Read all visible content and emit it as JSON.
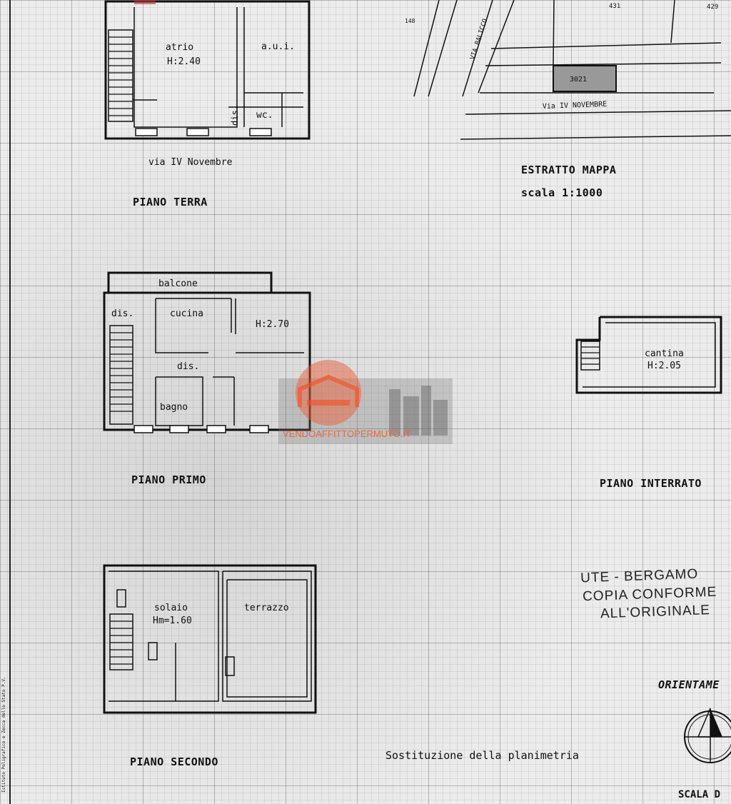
{
  "ground_floor": {
    "rooms": {
      "atrio": "atrio",
      "atrio_height": "H:2.40",
      "aui": "a.u.i.",
      "dis": "dis.",
      "wc": "wc."
    },
    "street": "via IV Novembre",
    "title": "PIANO TERRA"
  },
  "map_extract": {
    "title": "ESTRATTO MAPPA",
    "scale": "scala 1:1000",
    "street_top": "VIA BALICCO",
    "street_bottom": "Via IV NOVEMBRE",
    "parcel": "3021",
    "parcel_label_1": "431",
    "parcel_label_2": "429",
    "parcel_label_3": "148"
  },
  "first_floor": {
    "rooms": {
      "balcone": "balcone",
      "dis_top": "dis.",
      "cucina": "cucina",
      "height": "H:2.70",
      "dis_mid": "dis.",
      "bagno": "bagno"
    },
    "title": "PIANO PRIMO"
  },
  "basement": {
    "rooms": {
      "cantina": "cantina",
      "height": "H:2.05"
    },
    "title": "PIANO INTERRATO"
  },
  "second_floor": {
    "rooms": {
      "solaio": "solaio",
      "height": "Hm=1.60",
      "terrazzo": "terrazzo"
    },
    "title": "PIANO SECONDO"
  },
  "stamp": {
    "line1": "UTE - BERGAMO",
    "line2": "COPIA CONFORME",
    "line3": "ALL'ORIGINALE"
  },
  "orientation": "ORIENTAME",
  "scale_label": "SCALA D",
  "substitution": "Sostituzione della planimetria",
  "watermark": {
    "text": "VENDOAFFITTOPERMUTO.IT",
    "color": "#e8562e"
  },
  "margin_note": "Istituto Poligrafico e Zecca dello Stato P.V."
}
